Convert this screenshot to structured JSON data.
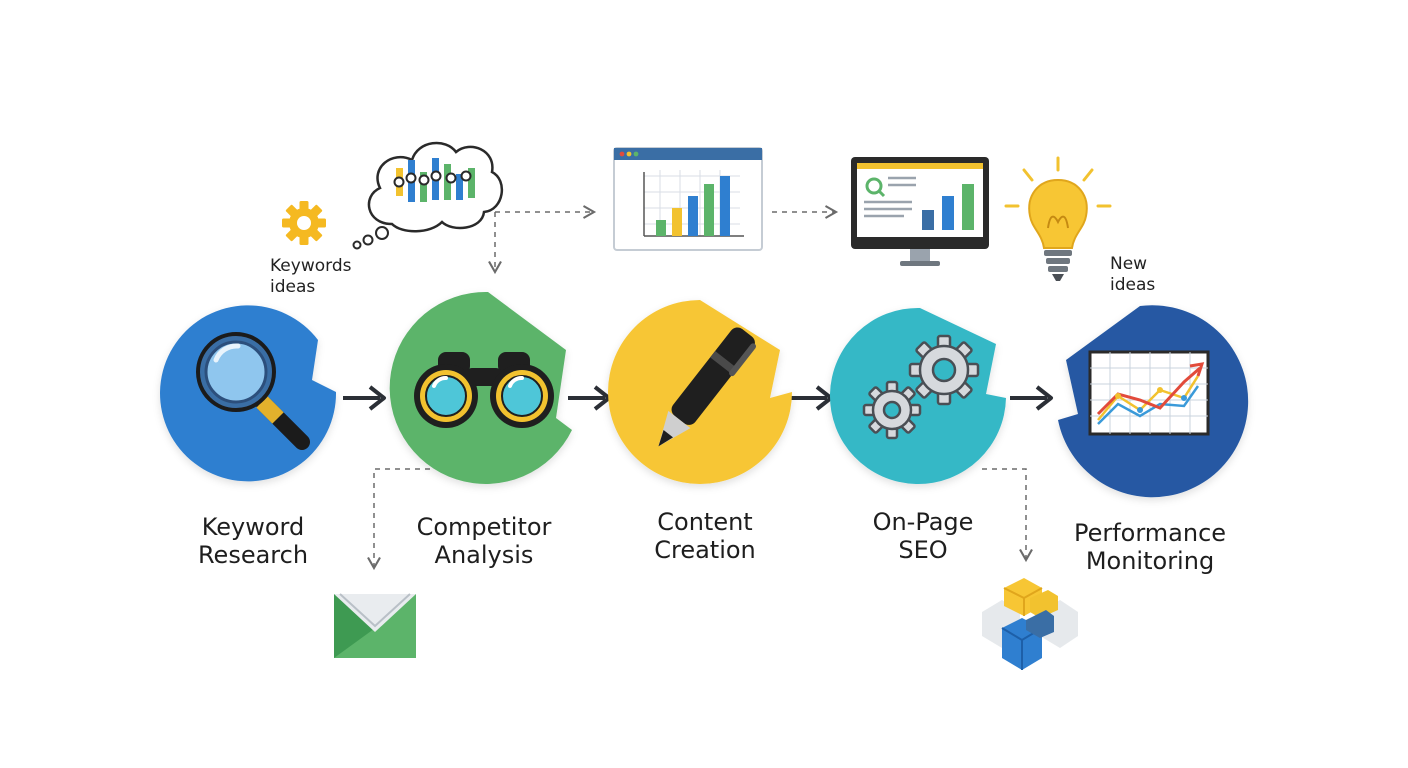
{
  "colors": {
    "blue": "#2f7fd0",
    "green": "#5cb46a",
    "yellow": "#f7c634",
    "teal": "#35b8c6",
    "navy": "#2559a3",
    "arrow": "#2b2f36",
    "dashed": "#6b6b6b"
  },
  "steps": [
    {
      "line1": "Keyword",
      "line2": "Research"
    },
    {
      "line1": "Competitor",
      "line2": "Analysis"
    },
    {
      "line1": "Content",
      "line2": "Creation"
    },
    {
      "line1": "On-Page",
      "line2": "SEO"
    },
    {
      "line1": "Performance",
      "line2": "Monitoring"
    }
  ],
  "notes": {
    "keywords_ideas": {
      "line1": "Keywords",
      "line2": "ideas"
    },
    "new_ideas": {
      "line1": "New",
      "line2": "ideas"
    }
  },
  "icons": [
    "magnifier-icon",
    "binoculars-icon",
    "pen-icon",
    "gears-icon",
    "growth-chart-icon",
    "gear-icon",
    "thought-cloud-icon",
    "browser-chart-icon",
    "monitor-icon",
    "lightbulb-icon",
    "envelope-icon",
    "blocks-icon"
  ]
}
